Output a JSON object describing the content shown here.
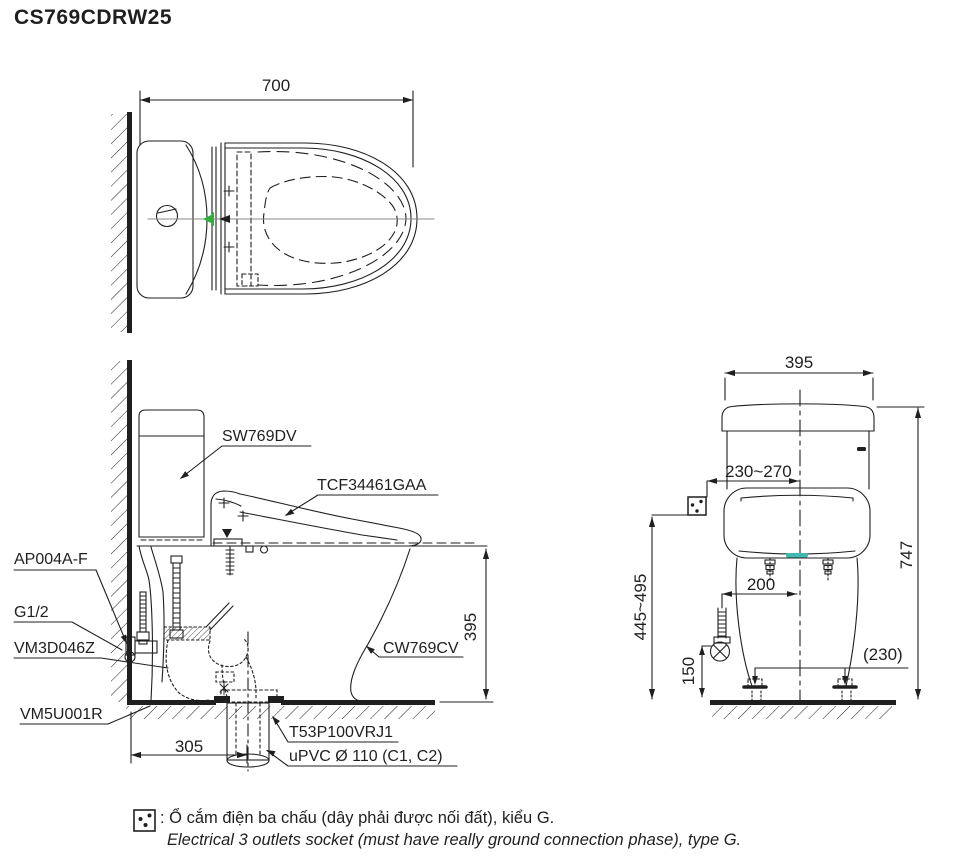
{
  "title": "CS769CDRW25",
  "top": {
    "width": "700"
  },
  "side": {
    "cistern": "SW769DV",
    "washlet": "TCF34461GAA",
    "inlet": "AP004A-F",
    "thread": "G1/2",
    "stop_valve": "VM3D046Z",
    "hose": "VM5U001R",
    "bowl": "CW769CV",
    "flange": "T53P100VRJ1",
    "pipe": "uPVC Ø 110 (C1, C2)",
    "rim_height": "395",
    "trap_distance": "305"
  },
  "front": {
    "width": "395",
    "socket_offset": "230~270",
    "height": "747",
    "socket_height": "445~495",
    "supply_offset": "200",
    "supply_height": "150",
    "bolt_pitch": "(230)"
  },
  "note": {
    "vi": ": Ổ cắm điện ba chấu (dây phải được nối đất), kiểu G.",
    "en": "Electrical 3 outlets socket (must have really ground connection phase), type G."
  },
  "colors": {
    "line": "#1f1f1f",
    "teal": "#3fb8ae",
    "green": "#2fae3e"
  }
}
